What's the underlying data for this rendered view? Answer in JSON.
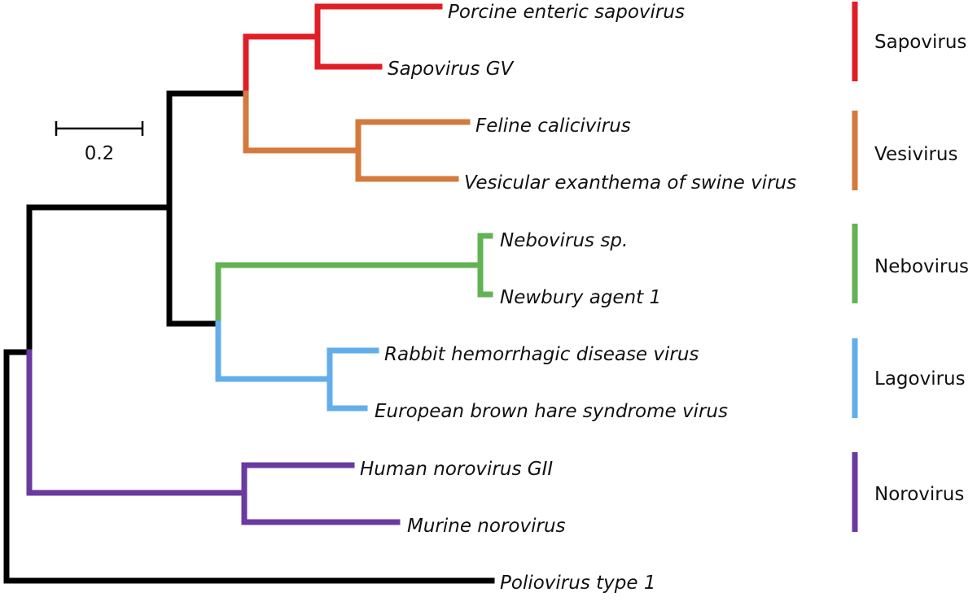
{
  "scale_bar": {
    "label": "0.2",
    "color": "#000000"
  },
  "leaves": [
    {
      "id": "porcine",
      "label": "Porcine enteric sapovirus"
    },
    {
      "id": "sapogv",
      "label": "Sapovirus GV"
    },
    {
      "id": "feline",
      "label": "Feline calicivirus"
    },
    {
      "id": "vesex",
      "label": "Vesicular exanthema of swine virus"
    },
    {
      "id": "nebosp",
      "label": "Nebovirus sp."
    },
    {
      "id": "newbury",
      "label": "Newbury agent 1"
    },
    {
      "id": "rabbit",
      "label": "Rabbit hemorrhagic disease virus"
    },
    {
      "id": "hare",
      "label": "European brown hare syndrome virus"
    },
    {
      "id": "humnoro",
      "label": "Human norovirus GII"
    },
    {
      "id": "murnoro",
      "label": "Murine norovirus"
    },
    {
      "id": "polio",
      "label": "Poliovirus type 1"
    }
  ],
  "genera": [
    {
      "id": "sapovirus",
      "label": "Sapovirus",
      "color": "#e01e26"
    },
    {
      "id": "vesivirus",
      "label": "Vesivirus",
      "color": "#d37a3c"
    },
    {
      "id": "nebovirus",
      "label": "Nebovirus",
      "color": "#63b254"
    },
    {
      "id": "lagovirus",
      "label": "Lagovirus",
      "color": "#63aeea"
    },
    {
      "id": "norovirus",
      "label": "Norovirus",
      "color": "#6a3a9f"
    }
  ],
  "backbone_color": "#000000"
}
